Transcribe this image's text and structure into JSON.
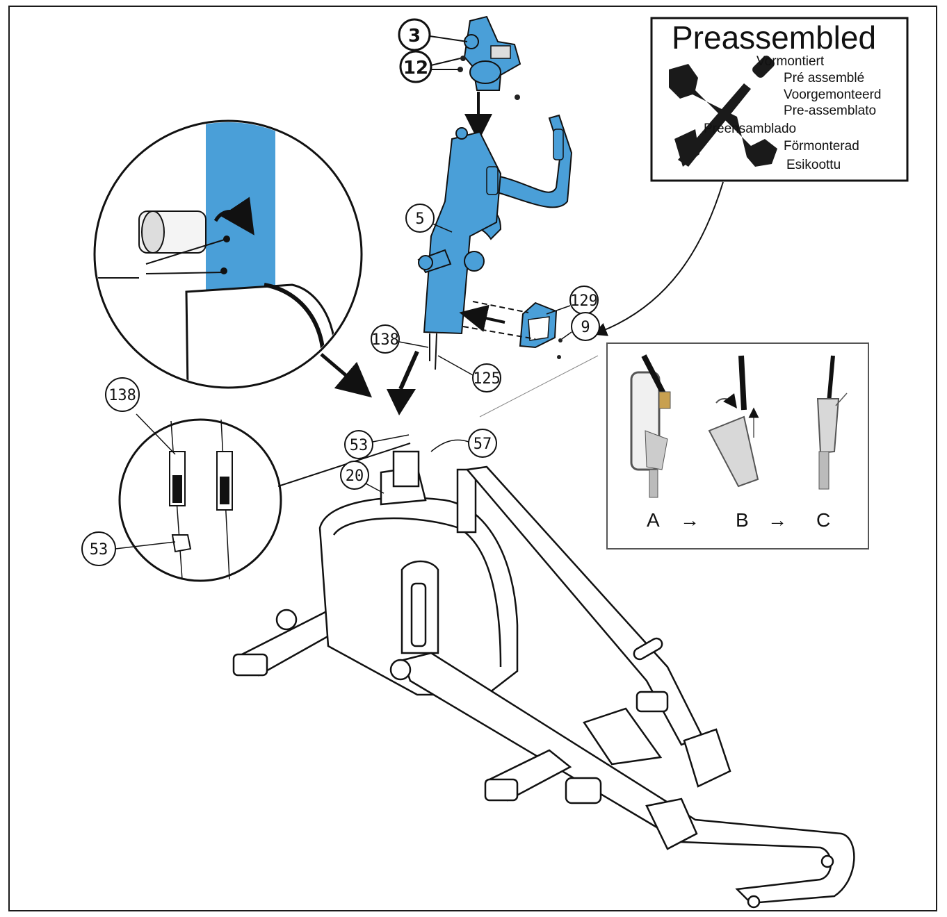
{
  "preassembled": {
    "title": "Preassembled",
    "languages": [
      "Vormontiert",
      "Pré assemblé",
      "Voorgemonteerd",
      "Pre-assemblato",
      "Preensamblado",
      "Förmonterad",
      "Esikoottu"
    ]
  },
  "callouts": {
    "c3": "3",
    "c12": "12",
    "c5": "5",
    "c129": "129",
    "c9": "9",
    "c138_top": "138",
    "c125": "125",
    "c53_main": "53",
    "c57": "57",
    "c20": "20",
    "c138_detail": "138",
    "c53_detail": "53"
  },
  "steps": {
    "a": "A",
    "b": "B",
    "c": "C",
    "arrow": "→"
  },
  "colors": {
    "part_highlight": "#4a9fd8",
    "line": "#1a1a1a"
  }
}
